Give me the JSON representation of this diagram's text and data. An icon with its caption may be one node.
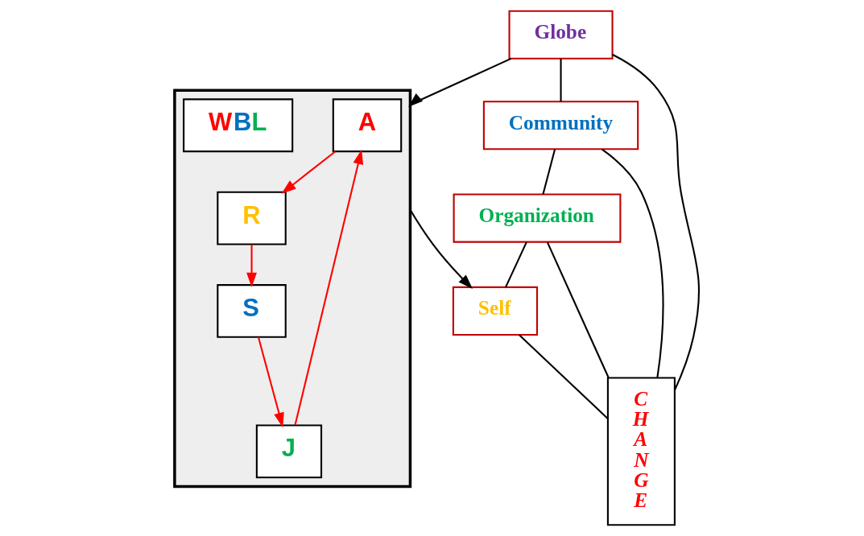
{
  "diagram": {
    "nodes": [
      {
        "text": [],
        "shape": "picture"
      },
      {
        "text": [
          "A"
        ],
        "in": 0
      },
      {
        "text": [
          "J"
        ],
        "in": 0
      },
      {
        "text": [
          "WBL"
        ],
        "in": 0
      },
      {
        "text": [
          "R"
        ],
        "in": 0
      },
      {
        "text": [
          "S"
        ],
        "in": 0
      },
      {
        "text": [
          "Globe"
        ]
      },
      {
        "text": [
          "Community"
        ]
      },
      {
        "text": [
          "Organization"
        ]
      },
      {
        "text": [
          "Self"
        ]
      },
      {
        "text": [
          "C",
          "H",
          "A",
          "N",
          "G",
          "E"
        ]
      }
    ],
    "edges": [
      {
        "from": 2,
        "to": 1,
        "arrow": "to",
        "color": "#ff0000"
      },
      {
        "from": 1,
        "to": 4,
        "arrow": "to",
        "color": "#ff0000"
      },
      {
        "from": 4,
        "to": 5,
        "arrow": "to",
        "color": "#ff0000"
      },
      {
        "from": 5,
        "to": 2,
        "arrow": "to",
        "color": "#ff0000"
      },
      {
        "from": 6,
        "to": 0,
        "arrow": "to"
      },
      {
        "from": 0,
        "to": 9,
        "arrow": "to"
      },
      {
        "from": 6,
        "to": 7,
        "arrow": "none"
      },
      {
        "from": 7,
        "to": 8,
        "arrow": "none"
      },
      {
        "from": 8,
        "to": 9,
        "arrow": "none"
      },
      {
        "from": 6,
        "to": 10,
        "arrow": "none"
      },
      {
        "from": 7,
        "to": 10,
        "arrow": "none"
      },
      {
        "from": 8,
        "to": 10,
        "arrow": "none"
      },
      {
        "from": 9,
        "to": 10,
        "arrow": "none"
      }
    ]
  }
}
